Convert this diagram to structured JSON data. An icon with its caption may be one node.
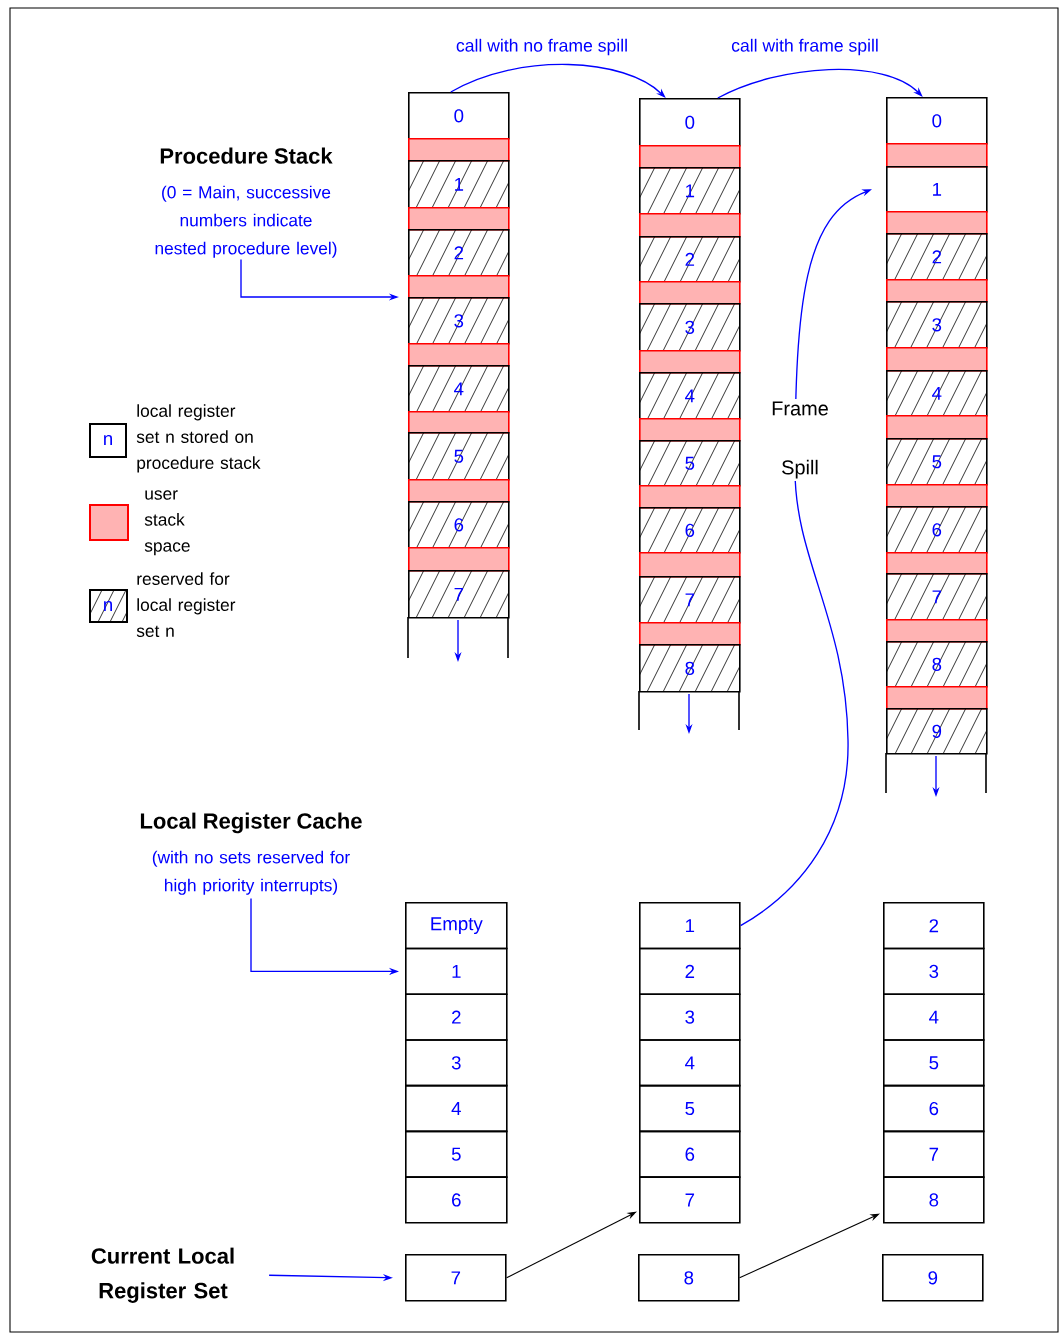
{
  "diagram": {
    "nodes": [
      {
        "text": [
          "Procedure Stack",
          "(0 = Main, successive numbers indicate nested procedure level)"
        ]
      },
      {
        "text": [
          "0"
        ]
      },
      {
        "text": [],
        "shape": "bar"
      },
      {
        "text": [
          "1"
        ]
      },
      {
        "text": [],
        "shape": "bar"
      },
      {
        "text": [
          "2"
        ]
      },
      {
        "text": [],
        "shape": "bar"
      },
      {
        "text": [
          "3"
        ]
      },
      {
        "text": [],
        "shape": "bar"
      },
      {
        "text": [
          "4"
        ]
      },
      {
        "text": [],
        "shape": "bar"
      },
      {
        "text": [
          "5"
        ]
      },
      {
        "text": [],
        "shape": "bar"
      },
      {
        "text": [
          "6"
        ]
      },
      {
        "text": [],
        "shape": "bar"
      },
      {
        "text": [
          "7"
        ]
      },
      {
        "text": [
          "0"
        ]
      },
      {
        "text": [],
        "shape": "bar"
      },
      {
        "text": [
          "1"
        ]
      },
      {
        "text": [],
        "shape": "bar"
      },
      {
        "text": [
          "2"
        ]
      },
      {
        "text": [],
        "shape": "bar"
      },
      {
        "text": [
          "3"
        ]
      },
      {
        "text": [],
        "shape": "bar"
      },
      {
        "text": [
          "4"
        ]
      },
      {
        "text": [],
        "shape": "bar"
      },
      {
        "text": [
          "5"
        ]
      },
      {
        "text": [],
        "shape": "bar"
      },
      {
        "text": [
          "6"
        ]
      },
      {
        "text": [],
        "shape": "bar"
      },
      {
        "text": [
          "7"
        ]
      },
      {
        "text": [],
        "shape": "bar"
      },
      {
        "text": [
          "8"
        ]
      },
      {
        "text": [
          "0"
        ]
      },
      {
        "text": [],
        "shape": "bar"
      },
      {
        "text": [
          "1"
        ]
      },
      {
        "text": [],
        "shape": "bar"
      },
      {
        "text": [
          "2"
        ]
      },
      {
        "text": [],
        "shape": "bar"
      },
      {
        "text": [
          "3"
        ]
      },
      {
        "text": [],
        "shape": "bar"
      },
      {
        "text": [
          "4"
        ]
      },
      {
        "text": [],
        "shape": "bar"
      },
      {
        "text": [
          "5"
        ]
      },
      {
        "text": [],
        "shape": "bar"
      },
      {
        "text": [
          "6"
        ]
      },
      {
        "text": [],
        "shape": "bar"
      },
      {
        "text": [
          "7"
        ]
      },
      {
        "text": [],
        "shape": "bar"
      },
      {
        "text": [
          "8"
        ]
      },
      {
        "text": [],
        "shape": "bar"
      },
      {
        "text": [
          "9"
        ]
      },
      {
        "text": [
          "Local Register Cache",
          "(with no sets reserved for high priority interrupts)"
        ]
      },
      {
        "text": [
          "Empty"
        ]
      },
      {
        "text": [
          "1"
        ]
      },
      {
        "text": [
          "2"
        ]
      },
      {
        "text": [
          "3"
        ]
      },
      {
        "text": [
          "4"
        ]
      },
      {
        "text": [
          "5"
        ]
      },
      {
        "text": [
          "6"
        ]
      },
      {
        "text": [
          "1"
        ]
      },
      {
        "text": [
          "2"
        ]
      },
      {
        "text": [
          "3"
        ]
      },
      {
        "text": [
          "4"
        ]
      },
      {
        "text": [
          "5"
        ]
      },
      {
        "text": [
          "6"
        ]
      },
      {
        "text": [
          "7"
        ]
      },
      {
        "text": [
          "2"
        ]
      },
      {
        "text": [
          "3"
        ]
      },
      {
        "text": [
          "4"
        ]
      },
      {
        "text": [
          "5"
        ]
      },
      {
        "text": [
          "6"
        ]
      },
      {
        "text": [
          "7"
        ]
      },
      {
        "text": [
          "8"
        ]
      },
      {
        "text": [
          "Current Local Register Set"
        ]
      },
      {
        "text": [
          "7"
        ]
      },
      {
        "text": [
          "8"
        ]
      },
      {
        "text": [
          "9"
        ]
      }
    ],
    "edges": [
      {
        "from": 1,
        "to": 16,
        "arrow": "to",
        "label": "call with no frame spill"
      },
      {
        "from": 16,
        "to": 33,
        "arrow": "to",
        "label": "call with frame spill"
      },
      {
        "from": 60,
        "to": 35,
        "arrow": "to",
        "label": "Frame Spill"
      },
      {
        "from": 0,
        "to": 7,
        "arrow": "to"
      },
      {
        "from": 52,
        "to": 54,
        "arrow": "to"
      },
      {
        "from": 74,
        "to": 75,
        "arrow": "to"
      },
      {
        "from": 75,
        "to": 66,
        "arrow": "to",
        "color": "#000000"
      },
      {
        "from": 76,
        "to": 73,
        "arrow": "to",
        "color": "#000000"
      }
    ],
    "labels": [
      "n",
      "n"
    ],
    "legend": [
      {
        "text": "local register set n stored on procedure stack"
      },
      {
        "text": "user stack space",
        "color": "#ffb3b3"
      },
      {
        "text": "reserved for local register set n"
      }
    ]
  }
}
